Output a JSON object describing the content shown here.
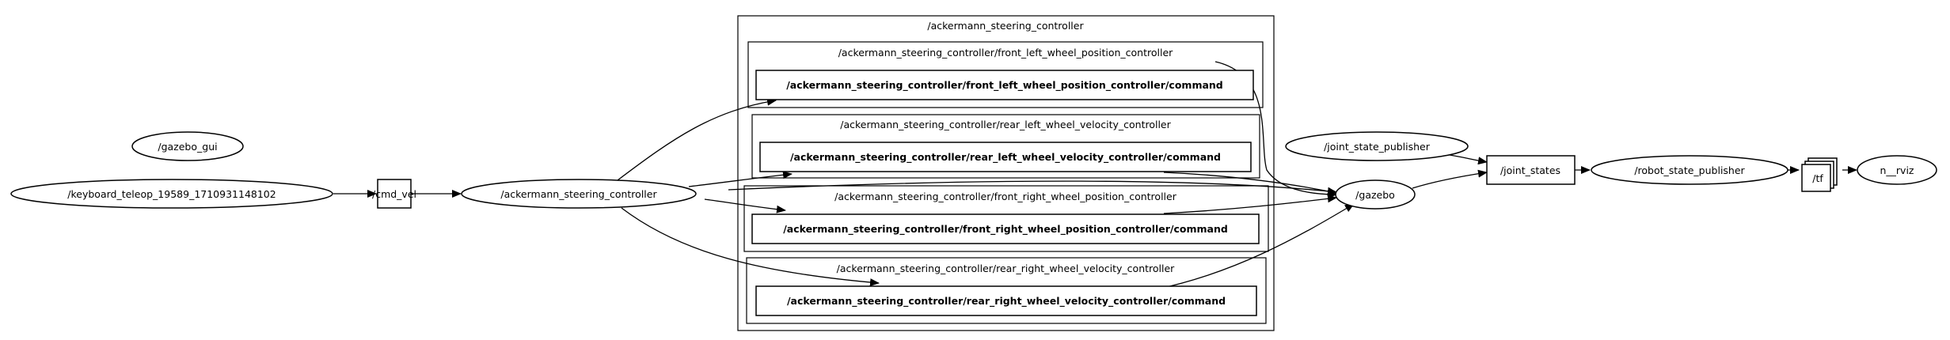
{
  "graph": {
    "clusters": {
      "outer": "/ackermann_steering_controller",
      "front_left": "/ackermann_steering_controller/front_left_wheel_position_controller",
      "rear_left": "/ackermann_steering_controller/rear_left_wheel_velocity_controller",
      "front_right": "/ackermann_steering_controller/front_right_wheel_position_controller",
      "rear_right": "/ackermann_steering_controller/rear_right_wheel_velocity_controller"
    },
    "nodes": {
      "gazebo_gui": "/gazebo_gui",
      "keyboard_teleop": "/keyboard_teleop_19589_1710931148102",
      "cmd_vel": "/cmd_vel",
      "ackermann_node": "/ackermann_steering_controller",
      "fl_command": "/ackermann_steering_controller/front_left_wheel_position_controller/command",
      "rl_command": "/ackermann_steering_controller/rear_left_wheel_velocity_controller/command",
      "fr_command": "/ackermann_steering_controller/front_right_wheel_position_controller/command",
      "rr_command": "/ackermann_steering_controller/rear_right_wheel_velocity_controller/command",
      "joint_state_publisher": "/joint_state_publisher",
      "gazebo": "/gazebo",
      "joint_states": "/joint_states",
      "robot_state_publisher": "/robot_state_publisher",
      "tf": "/tf",
      "rviz": "n__rviz"
    }
  }
}
